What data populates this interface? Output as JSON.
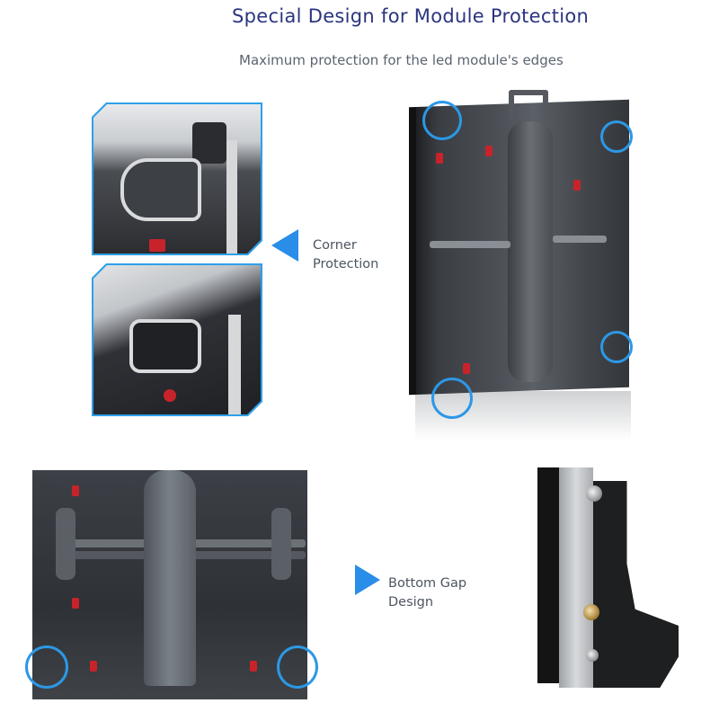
{
  "header": {
    "title": "Special Design for Module Protection",
    "subtitle": "Maximum protection for the led module's edges"
  },
  "sections": [
    {
      "id": "corner-protection",
      "label_line1": "Corner",
      "label_line2": "Protection",
      "arrow_direction": "left",
      "images": [
        "corner-closeup-top",
        "corner-closeup-bottom",
        "cabinet-back-angled"
      ],
      "highlight_circles": 4
    },
    {
      "id": "bottom-gap",
      "label_line1": "Bottom Gap",
      "label_line2": "Design",
      "arrow_direction": "right",
      "images": [
        "cabinet-back-flat",
        "side-edge-closeup"
      ],
      "highlight_circles": 2
    }
  ],
  "colors": {
    "title": "#2b3580",
    "text": "#4d5560",
    "accent": "#2a8de8",
    "circle": "#2c98e6"
  }
}
